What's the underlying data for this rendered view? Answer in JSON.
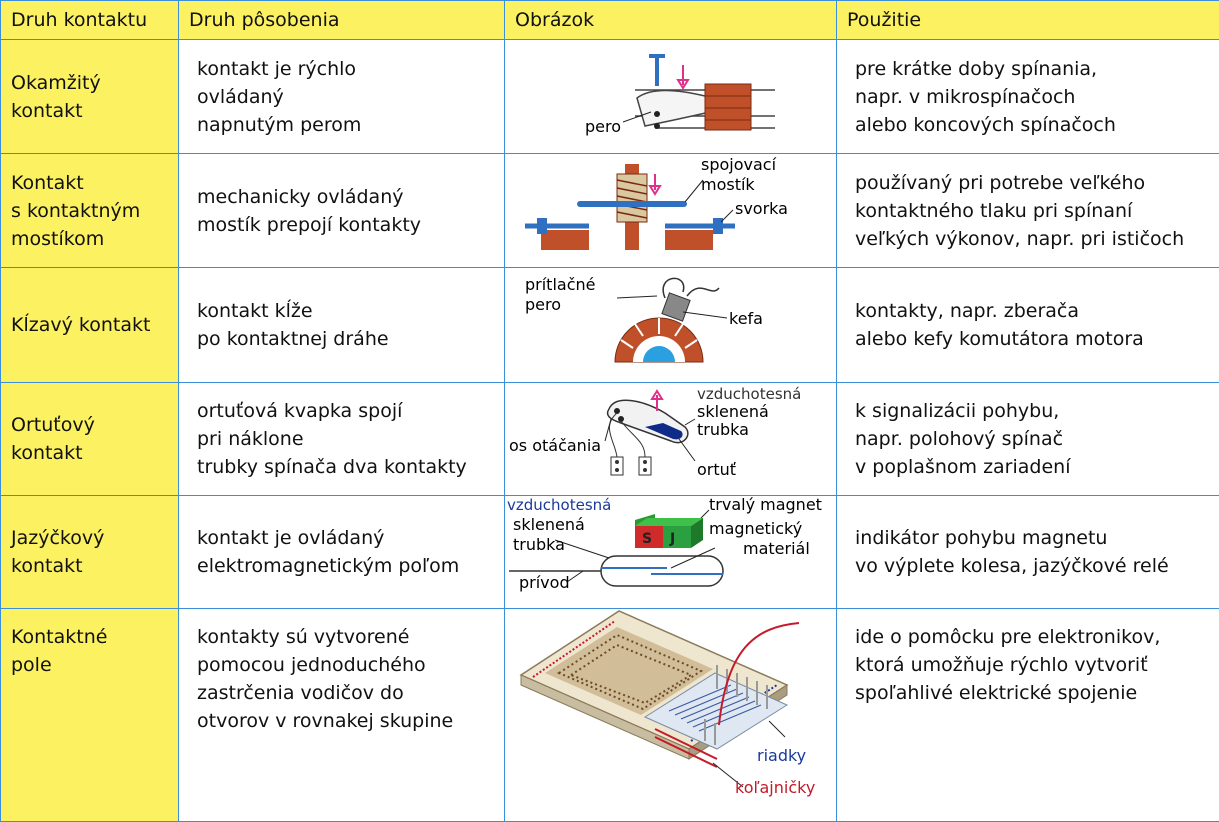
{
  "header": {
    "col1": "Druh kontaktu",
    "col2": "Druh pôsobenia",
    "col3": "Obrázok",
    "col4": "Použitie"
  },
  "rows": [
    {
      "name": [
        "Okamžitý",
        "kontakt"
      ],
      "desc": [
        "kontakt je rýchlo",
        "ovládaný",
        "napnutým perom"
      ],
      "use": [
        "pre krátke doby spínania,",
        "napr. v mikrospínačoch",
        "alebo koncových spínačoch"
      ],
      "labels": [
        "pero"
      ]
    },
    {
      "name": [
        "Kontakt",
        "s kontaktným",
        "mostíkom"
      ],
      "desc": [
        "mechanicky ovládaný",
        "mostík prepojí kontakty"
      ],
      "use": [
        "používaný pri potrebe veľkého",
        "kontaktného tlaku pri spínaní",
        "veľkých výkonov, napr. pri ističoch"
      ],
      "labels": [
        "spojovací",
        "mostík",
        "svorka"
      ]
    },
    {
      "name": [
        "Kĺzavý kontakt"
      ],
      "desc": [
        "kontakt kĺže",
        "po kontaktnej dráhe"
      ],
      "use": [
        "kontakty, napr. zberača",
        "alebo kefy komutátora motora"
      ],
      "labels": [
        "prítlačné",
        "pero",
        "kefa"
      ]
    },
    {
      "name": [
        "Ortuťový",
        "kontakt"
      ],
      "desc": [
        "ortuťová kvapka spojí",
        "pri náklone",
        "trubky spínača dva kontakty"
      ],
      "use": [
        "k signalizácii pohybu,",
        "napr. polohový spínač",
        "v poplašnom zariadení"
      ],
      "labels": [
        "vzduchotesná",
        "sklenená",
        "trubka",
        "os otáčania",
        "ortuť"
      ]
    },
    {
      "name": [
        "Jazýčkový",
        "kontakt"
      ],
      "desc": [
        "kontakt je ovládaný",
        "elektromagnetickým poľom"
      ],
      "use": [
        "indikátor pohybu magnetu",
        "vo výplete kolesa, jazýčkové relé"
      ],
      "labels": [
        "vzduchotesná",
        "sklenená",
        "trubka",
        "trvalý magnet",
        "magnetický",
        "materiál",
        "prívod",
        "S",
        "J"
      ]
    },
    {
      "name": [
        "Kontaktné",
        "pole"
      ],
      "desc": [
        "kontakty sú vytvorené",
        "pomocou jednoduchého",
        "zastrčenia vodičov do",
        "otvorov v rovnakej skupine"
      ],
      "use": [
        "ide o pomôcku pre elektronikov,",
        "ktorá umožňuje rýchlo vytvoriť",
        "spoľahlivé elektrické spojenie"
      ],
      "labels": [
        "riadky",
        "koľajničky"
      ]
    }
  ],
  "colors": {
    "header_bg": "#fcf160",
    "grid": "#3a8fd8",
    "copper": "#c0502a",
    "clip_blue": "#3070c0",
    "label_blue": "#1a3a9a",
    "label_red": "#c41a2a"
  }
}
